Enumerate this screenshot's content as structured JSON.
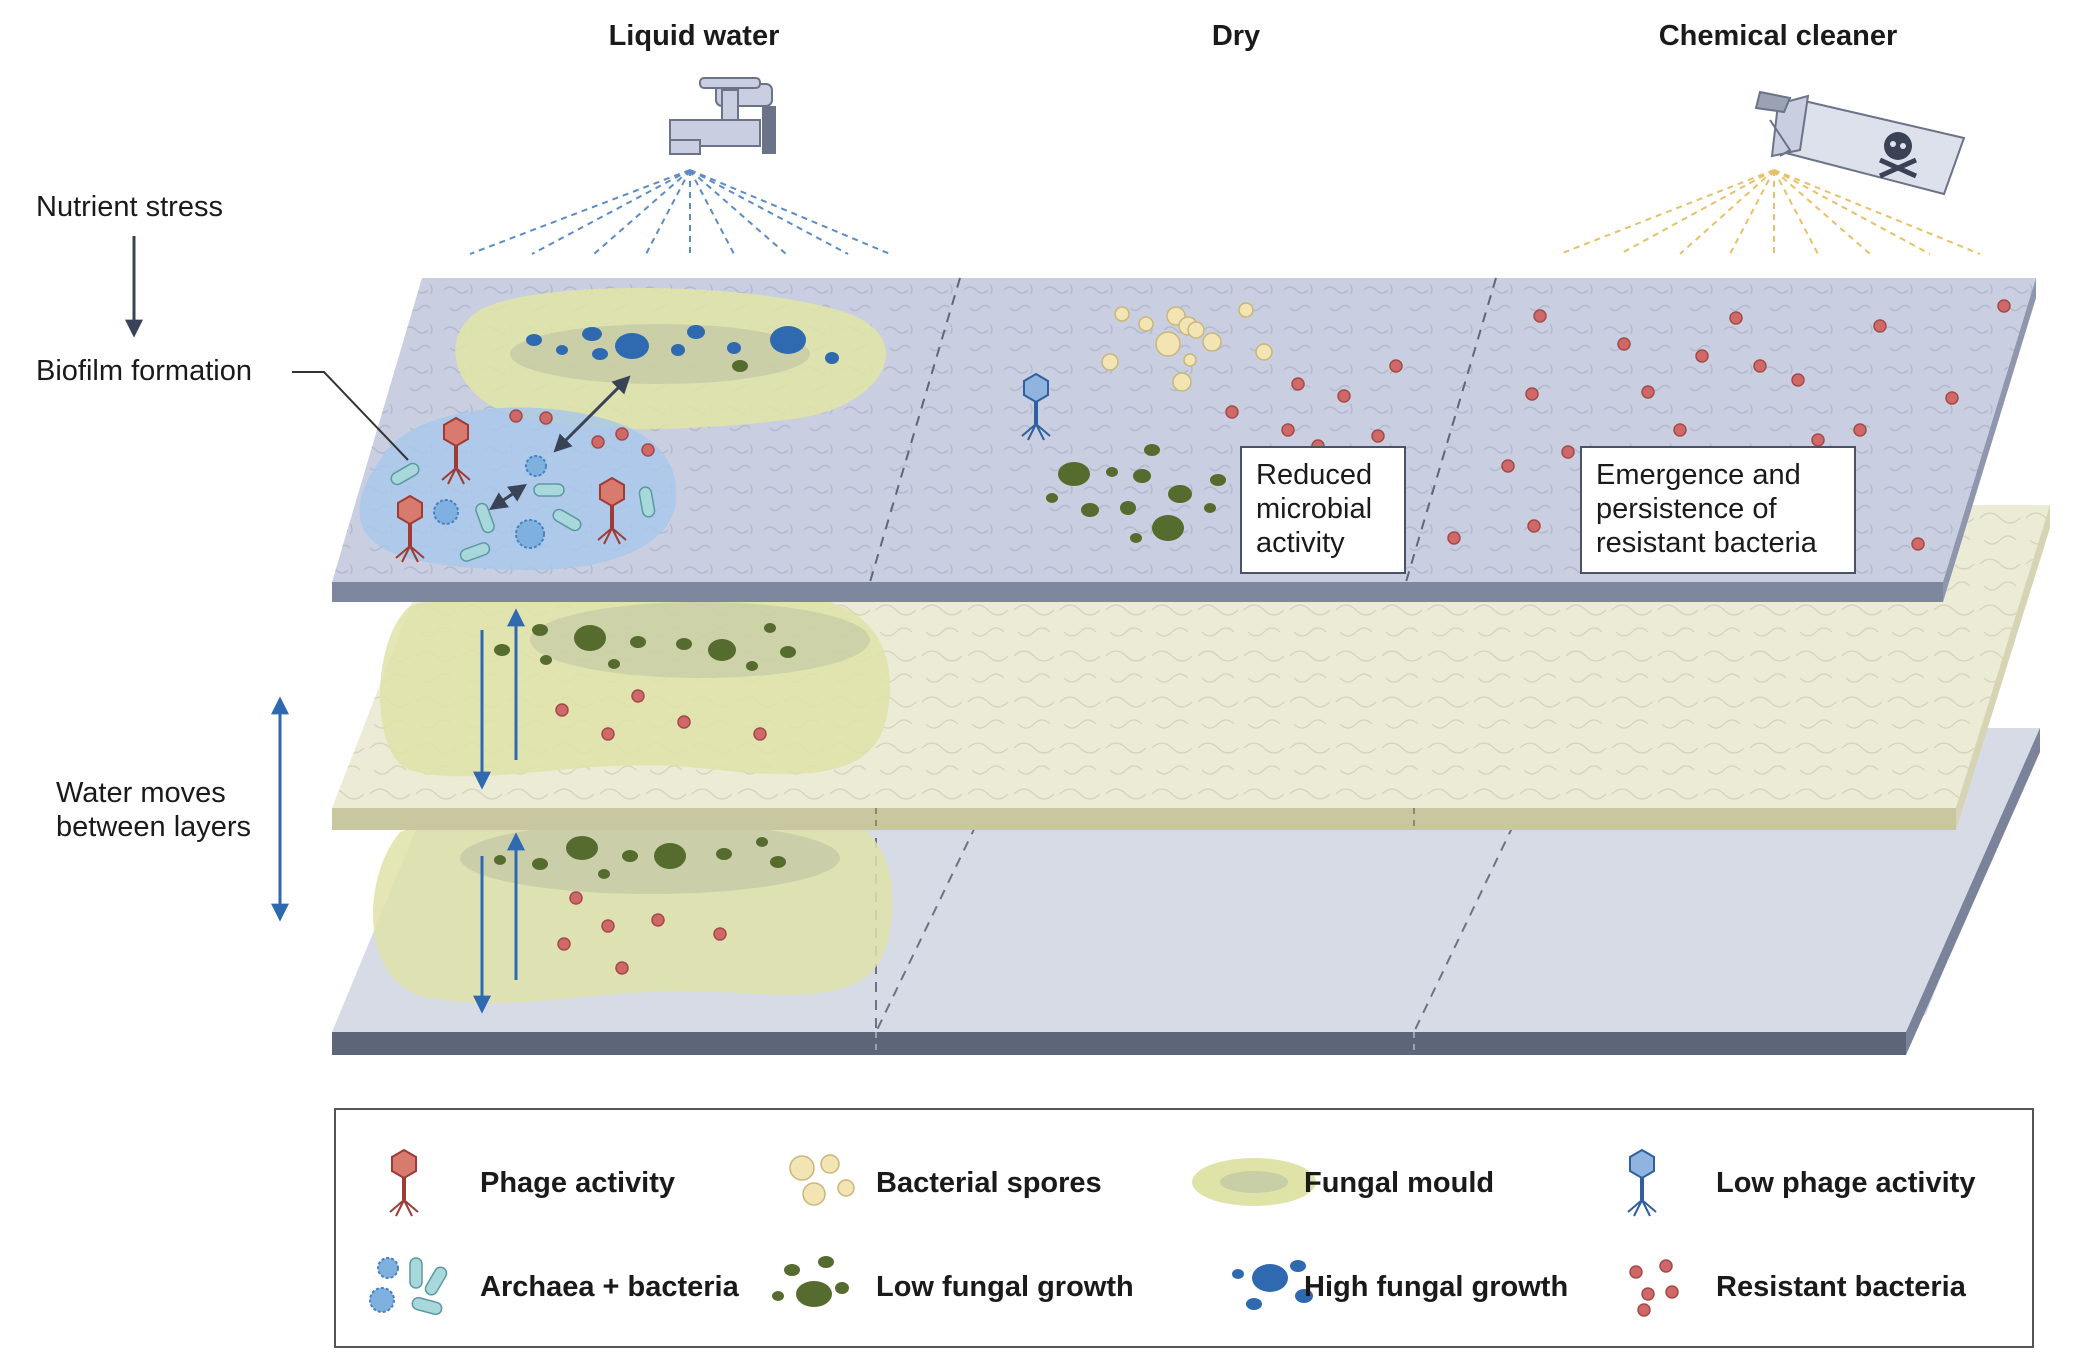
{
  "headers": {
    "liquid_water": "Liquid water",
    "dry": "Dry",
    "chemical_cleaner": "Chemical cleaner"
  },
  "side_labels": {
    "nutrient_stress": "Nutrient stress",
    "biofilm_formation": "Biofilm formation",
    "water_moves_line1": "Water moves",
    "water_moves_line2": "between layers"
  },
  "callouts": {
    "dry_line1": "Reduced",
    "dry_line2": "microbial",
    "dry_line3": "activity",
    "chem_line1": "Emergence and",
    "chem_line2": "persistence of",
    "chem_line3": "resistant bacteria"
  },
  "legend": {
    "phage_activity": "Phage activity",
    "bacterial_spores": "Bacterial spores",
    "fungal_mould": "Fungal mould",
    "low_phage_activity": "Low phage activity",
    "archaea_bacteria": "Archaea + bacteria",
    "low_fungal_growth": "Low fungal growth",
    "high_fungal_growth": "High fungal growth",
    "resistant_bacteria": "Resistant bacteria"
  },
  "icons": [
    "tap-icon",
    "spray-bottle-icon",
    "skull-icon",
    "phage-icon"
  ],
  "colors": {
    "top_surface": "#c9cfe0",
    "middle_layer": "#ecebd6",
    "bottom_surface": "#d7dbe6",
    "slab_edge": "#7a8399",
    "water_blue": "#5b8cc6",
    "spray_yellow": "#e8c06a",
    "mould": "#dfe3a8",
    "high_fungal": "#2f69b0",
    "low_fungal": "#566b2e",
    "resistant_bacteria": "#d06868",
    "phage_red": "#c0504d",
    "phage_blue": "#5a8ac4",
    "spores": "#f3e4b3",
    "archaea": "#a8d8dc"
  }
}
